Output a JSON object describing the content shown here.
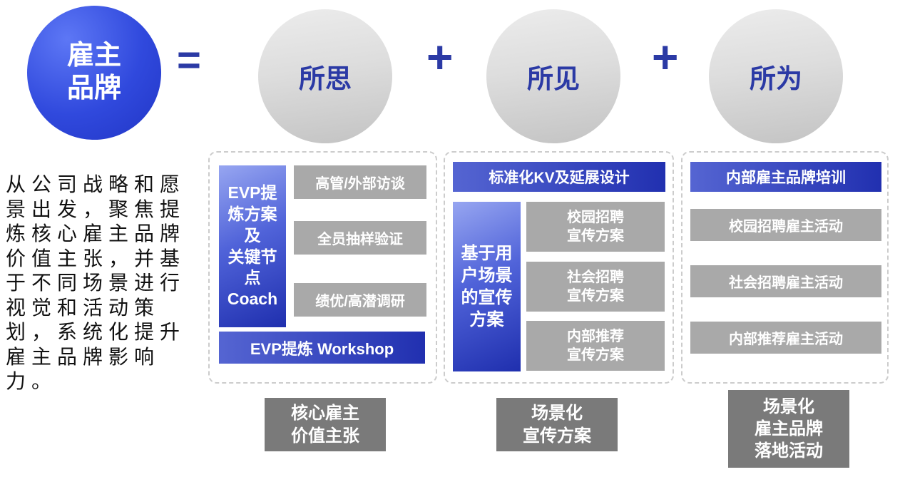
{
  "formula": {
    "subject": "雇主\n品牌",
    "equals": "=",
    "plus": "+",
    "terms": [
      "所思",
      "所见",
      "所为"
    ]
  },
  "description": "从公司战略和愿景出发，聚焦提炼核心雇主品牌价值主张，并基于不同场景进行视觉和活动策划，系统化提升雇主品牌影响力。",
  "colors": {
    "brand_blue": "#3049dd",
    "deep_blue": "#2130b0",
    "term_text_blue": "#2b3aa5",
    "item_gray": "#a9a9a9",
    "output_gray": "#7a7a7a"
  },
  "panel1": {
    "side_label": "EVP提炼方案\n及\n关键节点Coach",
    "items": [
      "高管/外部访谈",
      "全员抽样验证",
      "绩优/高潜调研"
    ],
    "bottom_bar": "EVP提炼 Workshop",
    "output": "核心雇主\n价值主张"
  },
  "panel2": {
    "top_bar": "标准化KV及延展设计",
    "side_label": "基于用户场景的宣传方案",
    "items": [
      "校园招聘\n宣传方案",
      "社会招聘\n宣传方案",
      "内部推荐\n宣传方案"
    ],
    "output": "场景化\n宣传方案"
  },
  "panel3": {
    "top_bar": "内部雇主品牌培训",
    "items": [
      "校园招聘雇主活动",
      "社会招聘雇主活动",
      "内部推荐雇主活动"
    ],
    "output": "场景化\n雇主品牌\n落地活动"
  }
}
